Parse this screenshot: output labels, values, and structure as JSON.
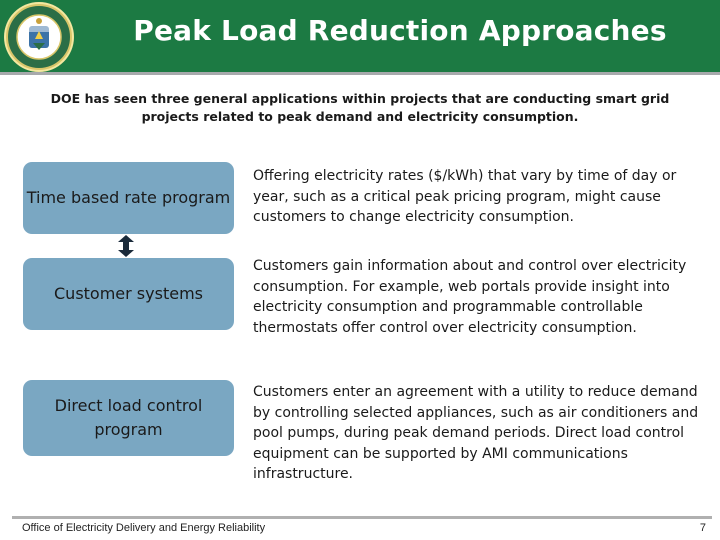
{
  "header": {
    "title": "Peak Load Reduction Approaches",
    "seal_icon": "doe-seal-icon"
  },
  "intro": "DOE has seen three general applications within projects that are conducting smart grid projects related to peak demand and electricity consumption.",
  "approaches": [
    {
      "label": "Time based rate program",
      "description": "Offering electricity rates ($/kWh) that vary by time of day or year, such as a critical peak pricing program, might cause customers to change electricity consumption."
    },
    {
      "label": "Customer systems",
      "description": "Customers gain information about and control over electricity consumption.  For example, web portals provide insight into electricity consumption and programmable controllable thermostats offer control over electricity consumption."
    },
    {
      "label": "Direct load control program",
      "description": "Customers enter an agreement with a utility to reduce demand by controlling selected appliances, such as air conditioners and pool pumps, during peak demand periods. Direct load control equipment can be supported by AMI communications infrastructure."
    }
  ],
  "footer": {
    "office": "Office of Electricity Delivery and Energy Reliability",
    "page": "7"
  },
  "colors": {
    "header_green": "#1c7a43",
    "box_blue": "#7aa7c2"
  }
}
